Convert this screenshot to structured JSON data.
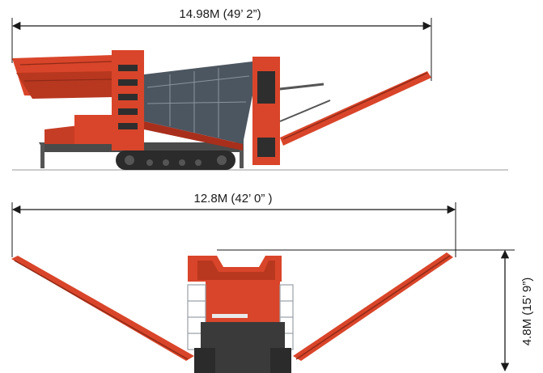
{
  "dimensions": {
    "working_length": "14.98M (49’ 2”)",
    "width": "12.8M (42’ 0” )",
    "height": "4.8M (15’ 9”)"
  },
  "colors": {
    "machine_red": "#d9452a",
    "machine_dark_red": "#a82f1c",
    "chassis_dark": "#2b2b2b",
    "screen_box_gray": "#4c5660",
    "dimension_line": "#1a1a1a",
    "ground_line": "#9a9a9a"
  }
}
